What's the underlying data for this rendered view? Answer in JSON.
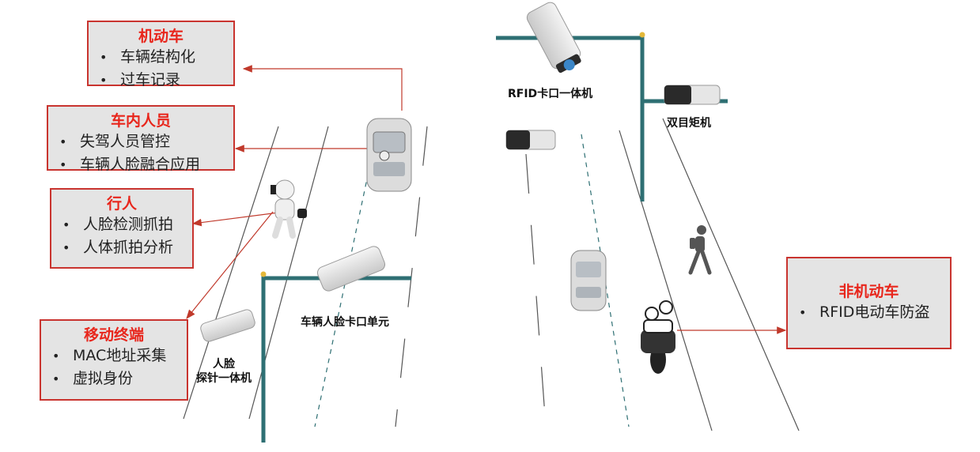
{
  "boxes": {
    "motor_vehicle": {
      "title": "机动车",
      "items": [
        "车辆结构化",
        "过车记录"
      ]
    },
    "occupants": {
      "title": "车内人员",
      "items": [
        "失驾人员管控",
        "车辆人脸融合应用"
      ]
    },
    "pedestrian": {
      "title": "行人",
      "items": [
        "人脸检测抓拍",
        "人体抓拍分析"
      ]
    },
    "mobile_terminal": {
      "title": "移动终端",
      "items": [
        "MAC地址采集",
        "虚拟身份"
      ]
    },
    "non_motor": {
      "title": "非机动车",
      "items": [
        "RFID电动车防盗"
      ]
    }
  },
  "device_labels": {
    "rfid_checkpoint": "RFID卡口一体机",
    "binocular_camera": "双目矩机",
    "vehicle_face_unit": "车辆人脸卡口单元",
    "face_probe_line1": "人脸",
    "face_probe_line2": "探针一体机"
  },
  "colors": {
    "box_border": "#c9342f",
    "box_fill": "#e4e4e4",
    "title_red": "#e8261c",
    "pole": "#2e6f73",
    "arrow": "#c0392b"
  }
}
